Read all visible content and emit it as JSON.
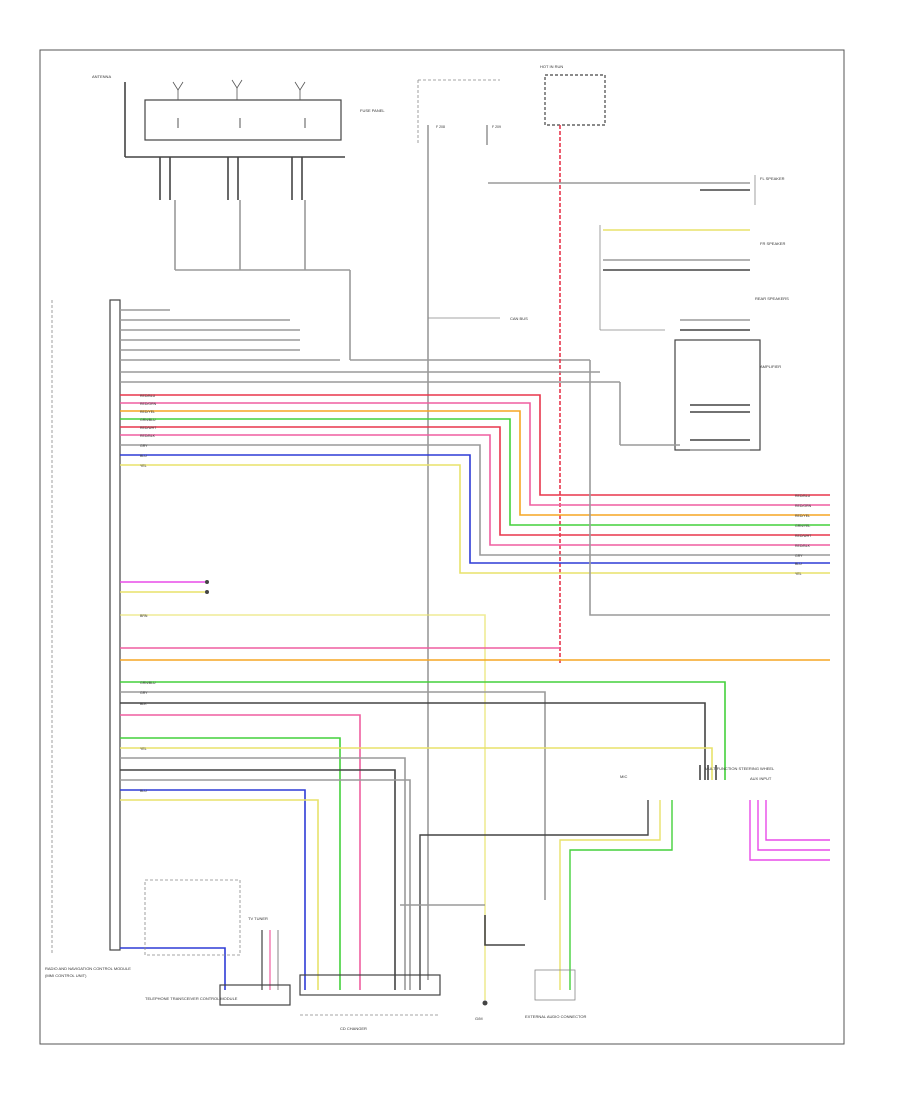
{
  "labels": {
    "antenna": "ANTENNA",
    "radio_unit_main": "RADIO AND NAVIGATION CONTROL MODULE",
    "radio_unit_sub": "(MMI CONTROL UNIT)",
    "fuse_panel": "FUSE PANEL",
    "fuse_1": "F 208",
    "fuse_2": "F 209",
    "hot_in_run": "HOT IN RUN",
    "speaker_fl": "FL SPEAKER",
    "speaker_fr": "FR SPEAKER",
    "rear_speakers": "REAR SPEAKERS",
    "amplifier": "AMPLIFIER",
    "multifunction": "MULTIFUNCTION STEERING WHEEL",
    "can_bus": "CAN BUS",
    "telephone_module": "TELEPHONE TRANSCEIVER CONTROL MODULE",
    "tv_tuner": "TV TUNER",
    "cd_changer": "CD CHANGER",
    "ground": "G/M",
    "jack_1": "AUX INPUT",
    "jack_2": "MIC",
    "audio_connector": "EXTERNAL AUDIO CONNECTOR"
  },
  "wire_colors": {
    "red": "#e8364c",
    "pink": "#ef5fa0",
    "orange": "#f5a623",
    "yellow": "#e8e26a",
    "green": "#44d13c",
    "blue": "#2f3cd6",
    "violet": "#8a4bd8",
    "magenta": "#e84be8",
    "gray": "#9a9a9a",
    "dark": "#444444"
  },
  "wire_codes": [
    "BRN",
    "RED/BLU",
    "RED/GRN",
    "RED/YEL",
    "RED/WHT",
    "RED/BLK",
    "GRN/BLU",
    "GRN/YEL",
    "BRN/BLK",
    "VIO/WHT",
    "YEL",
    "GRY",
    "BLU",
    "WHT/BLK",
    "BLK"
  ]
}
